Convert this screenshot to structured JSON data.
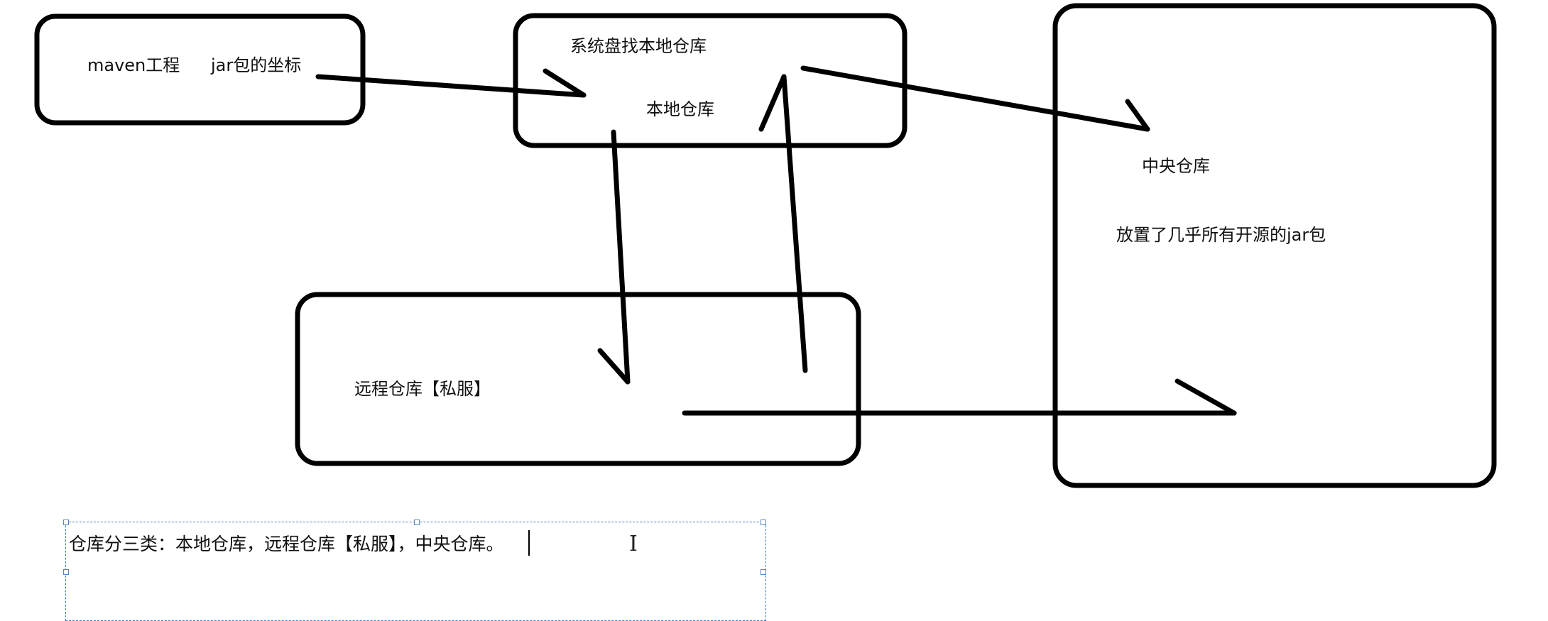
{
  "nodes": {
    "maven_project": "maven工程",
    "jar_coordinate": "jar包的坐标",
    "system_disk": "系统盘找本地仓库",
    "local_repo": "本地仓库",
    "central_repo": "中央仓库",
    "central_desc": "放置了几乎所有开源的jar包",
    "remote_repo": "远程仓库【私服】"
  },
  "textbox": {
    "text": "仓库分三类：本地仓库，远程仓库【私服】，中央仓库。"
  },
  "colors": {
    "stroke": "#000000",
    "selection": "#3b7ac6"
  }
}
